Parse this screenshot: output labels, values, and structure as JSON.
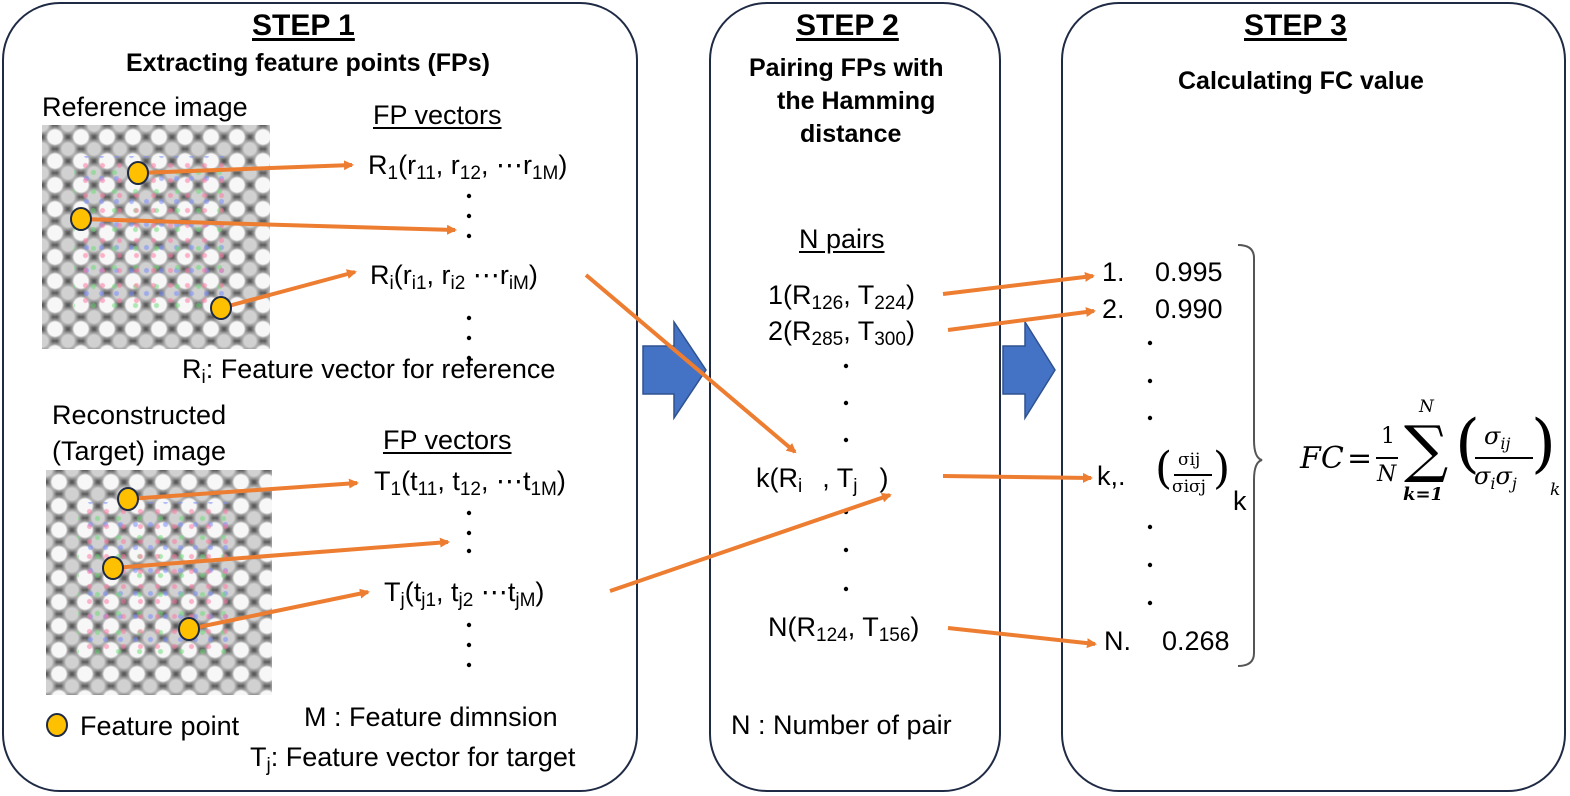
{
  "step1": {
    "title": "STEP 1",
    "subtitle": "Extracting feature points (FPs)",
    "reference_label": "Reference image",
    "reconstructed_label_1": "Reconstructed",
    "reconstructed_label_2": "(Target) image",
    "fp_vectors_label": "FP vectors",
    "r1": {
      "base": "R",
      "sub0": "1",
      "open": "(r",
      "s1": "11",
      "c1": ", r",
      "s2": "12",
      "c2": ", ⋯r",
      "s3": "1M",
      "close": ")"
    },
    "ri": {
      "base": "R",
      "sub0": "i",
      "open": "(r",
      "s1": "i1",
      "c1": ", r",
      "s2": "i2",
      "c2": " ⋯r",
      "s3": "iM",
      "close": ")"
    },
    "ri_def": {
      "base": "R",
      "sub0": "i",
      "rest": ": Feature vector for reference"
    },
    "t1": {
      "base": "T",
      "sub0": "1",
      "open": "(t",
      "s1": "11",
      "c1": ", t",
      "s2": "12",
      "c2": ", ⋯t",
      "s3": "1M",
      "close": ")"
    },
    "tj": {
      "base": "T",
      "sub0": "j",
      "open": "(t",
      "s1": "j1",
      "c1": ", t",
      "s2": "j2",
      "c2": " ⋯t",
      "s3": "jM",
      "close": ")"
    },
    "legend": "Feature point",
    "m_def": "M : Feature dimnsion",
    "tj_def": {
      "base": "T",
      "sub0": "j",
      "rest": ": Feature vector for target"
    }
  },
  "step2": {
    "title": "STEP 2",
    "subtitle_1": "Pairing FPs with",
    "subtitle_2": "the Hamming",
    "subtitle_3": "distance",
    "n_pairs_label": "N pairs",
    "pair1": {
      "idx": "1(R",
      "r": "126",
      "mid": ", T",
      "t": "224",
      "close": ")"
    },
    "pair2": {
      "idx": "2(R",
      "r": "285",
      "mid": ", T",
      "t": "300",
      "close": ")"
    },
    "pairk": {
      "idx": "k(R",
      "r": "i",
      "mid": ", T",
      "t": "j",
      "close": ")"
    },
    "pairN": {
      "idx": "N(R",
      "r": "124",
      "mid": ", T",
      "t": "156",
      "close": ")"
    },
    "n_def": "N : Number of pair"
  },
  "step3": {
    "title": "STEP 3",
    "subtitle": "Calculating FC value",
    "row1": {
      "idx": "1.",
      "value": "0.995"
    },
    "row2": {
      "idx": "2.",
      "value": "0.990"
    },
    "rowk": {
      "idx": "k,.",
      "num": "σij",
      "den": "σiσj",
      "sub": "k"
    },
    "rowN": {
      "idx": "N.",
      "value": "0.268"
    },
    "formula": {
      "lhs": "FC",
      "eq": "=",
      "one": "1",
      "n": "N",
      "sum_top": "N",
      "sum_bottom": "k=1",
      "num": "σ",
      "num_sub": "ij",
      "den1": "σ",
      "den1_sub": "i",
      "den2": "σ",
      "den2_sub": "j",
      "outer_sub": "k"
    }
  },
  "colors": {
    "arrow": "#ed7d31",
    "block_arrow": "#4472c4",
    "feature_point": "#ffc000",
    "border": "#1f2a44"
  }
}
